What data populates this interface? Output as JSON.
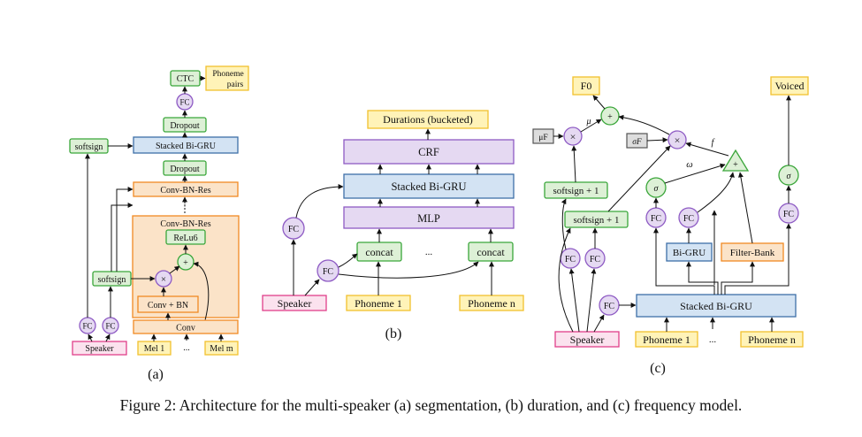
{
  "caption": "Figure 2: Architecture for the multi-speaker (a) segmentation, (b) duration, and (c) frequency model.",
  "colors": {
    "green_fill": "#ddf0d6",
    "green_stroke": "#3aa63a",
    "blue_fill": "#d3e3f3",
    "blue_stroke": "#3e6fa8",
    "orange_fill": "#fbe3c8",
    "orange_stroke": "#f08a24",
    "yellow_fill": "#fff3b8",
    "yellow_stroke": "#f2c12e",
    "pink_fill": "#fbe2ee",
    "pink_stroke": "#e0408a",
    "purple_fill": "#e5d9f2",
    "purple_stroke": "#8e5bc4",
    "gray_fill": "#dddddd",
    "gray_stroke": "#555555"
  },
  "panel_a": {
    "sublabel": "(a)",
    "ctc": "CTC",
    "phoneme_pairs_1": "Phoneme",
    "phoneme_pairs_2": "pairs",
    "fc": "FC",
    "dropout": "Dropout",
    "softsign": "softsign",
    "stacked_bigru": "Stacked Bi-GRU",
    "conv_bn_res": "Conv-BN-Res",
    "relu6": "ReLu6",
    "conv_bn": "Conv + BN",
    "conv": "Conv",
    "speaker": "Speaker",
    "mel_1": "Mel 1",
    "mel_m": "Mel m",
    "dots": "...",
    "times": "×",
    "plus": "+"
  },
  "panel_b": {
    "sublabel": "(b)",
    "durations": "Durations (bucketed)",
    "crf": "CRF",
    "stacked_bigru": "Stacked Bi-GRU",
    "mlp": "MLP",
    "concat": "concat",
    "fc": "FC",
    "speaker": "Speaker",
    "phoneme_1": "Phoneme 1",
    "phoneme_n": "Phoneme n",
    "dots": "..."
  },
  "panel_c": {
    "sublabel": "(c)",
    "f0": "F0",
    "voiced": "Voiced",
    "mu_f": "μF",
    "sigma_f": "σF",
    "mu": "μ",
    "f": "f",
    "omega": "ω",
    "sigma": "σ",
    "softsign_plus_1": "softsign + 1",
    "fc": "FC",
    "bigru": "Bi-GRU",
    "filter_bank": "Filter-Bank",
    "stacked_bigru": "Stacked Bi-GRU",
    "speaker": "Speaker",
    "phoneme_1": "Phoneme 1",
    "phoneme_n": "Phoneme n",
    "dots": "...",
    "times": "×",
    "plus": "+"
  }
}
